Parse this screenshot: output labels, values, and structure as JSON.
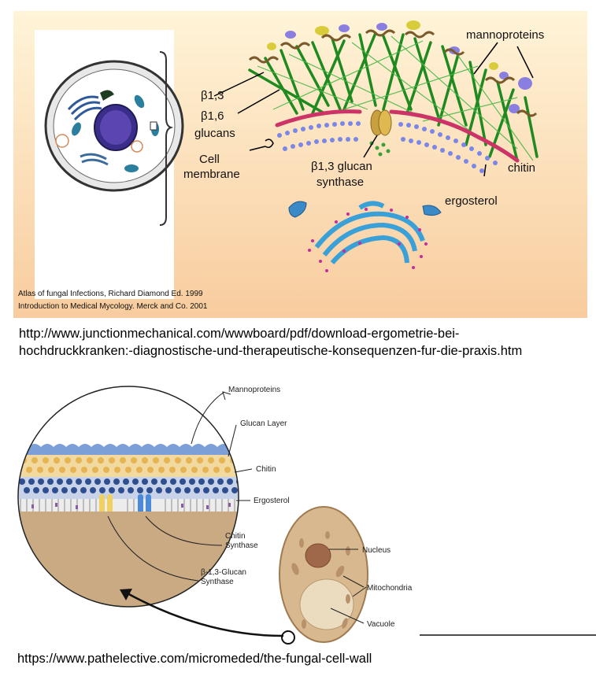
{
  "top_diagram": {
    "labels": {
      "mannoproteins": "mannoproteins",
      "b13": "β1,3",
      "b16": "β1,6",
      "glucans": "glucans",
      "cell": "Cell",
      "membrane": "membrane",
      "synthase_line1": "β1,3 glucan",
      "synthase_line2": "synthase",
      "chitin": "chitin",
      "ergosterol": "ergosterol"
    },
    "citation_line1": "Atlas of fungal Infections, Richard Diamond Ed. 1999",
    "citation_line2": "Introduction to Medical Mycology. Merck and Co. 2001",
    "colors": {
      "background": "#fde3c4",
      "glucan_fibers": "#1f8a1f",
      "mannoproteins": "#8a7fe0",
      "membrane_heads": "#cc3366"
    }
  },
  "url1_line1": "http://www.junctionmechanical.com/wwwboard/pdf/download-ergometrie-bei-",
  "url1_line2": "hochdruckkranken:-diagnostische-und-therapeutische-konsequenzen-fur-die-praxis.htm",
  "bottom_diagram": {
    "labels": {
      "mannoproteins": "Mannoproteins",
      "glucan_layer": "Glucan Layer",
      "chitin": "Chitin",
      "ergosterol": "Ergosterol",
      "chitin_synthase_1": "Chitin",
      "chitin_synthase_2": "Synthase",
      "glucan_synthase_1": "β-1,3-Glucan",
      "glucan_synthase_2": "Synthase",
      "nucleus": "Nucleus",
      "mitochondria": "Mitochondria",
      "vacuole": "Vacuole"
    },
    "colors": {
      "glucan_layer": "#7b9fd6",
      "chitin_dots": "#e6b455",
      "blue_dots": "#2e4f8f",
      "cytoplasm": "#c9aa83",
      "yeast_cell": "#d8b98f"
    }
  },
  "url2": "https://www.pathelective.com/micromeded/the-fungal-cell-wall"
}
